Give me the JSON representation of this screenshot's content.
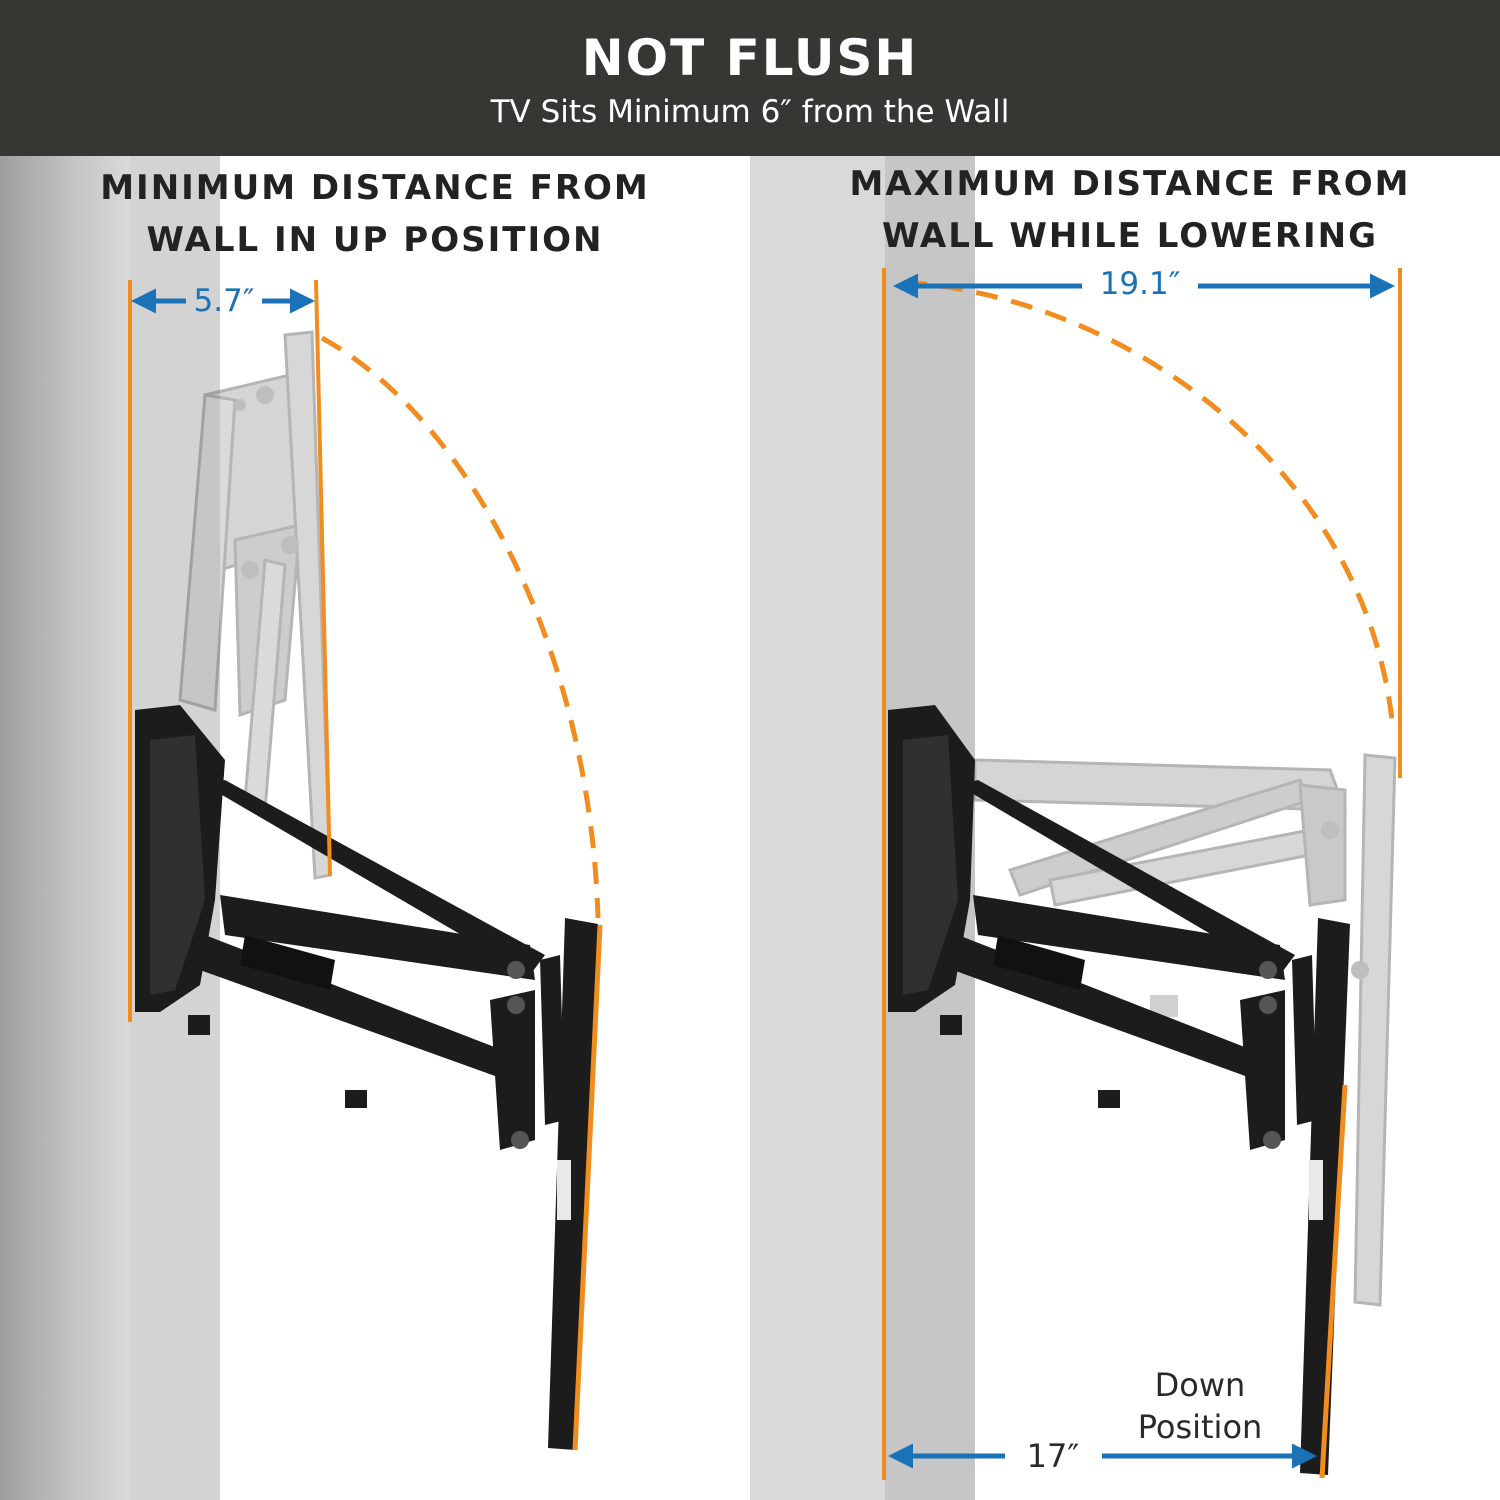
{
  "header": {
    "title": "NOT FLUSH",
    "subtitle": "TV Sits Minimum 6″ from the Wall"
  },
  "panel_left": {
    "title_lines": [
      "MINIMUM DISTANCE FROM",
      "WALL IN UP POSITION"
    ],
    "dimension": "5.7″"
  },
  "panel_right": {
    "title_lines": [
      "MAXIMUM DISTANCE FROM",
      "WALL WHILE LOWERING"
    ],
    "dimension_top": "19.1″",
    "dimension_bottom": "17″",
    "down_label_lines": [
      "Down",
      "Position"
    ]
  },
  "colors": {
    "header_bg": "#383633",
    "orange": "#F28C1E",
    "blue": "#1A72B8",
    "wall_gray": "#d2d2d2",
    "mount_black": "#1c1c1c",
    "ghost_gray": "#a9a9a9"
  }
}
